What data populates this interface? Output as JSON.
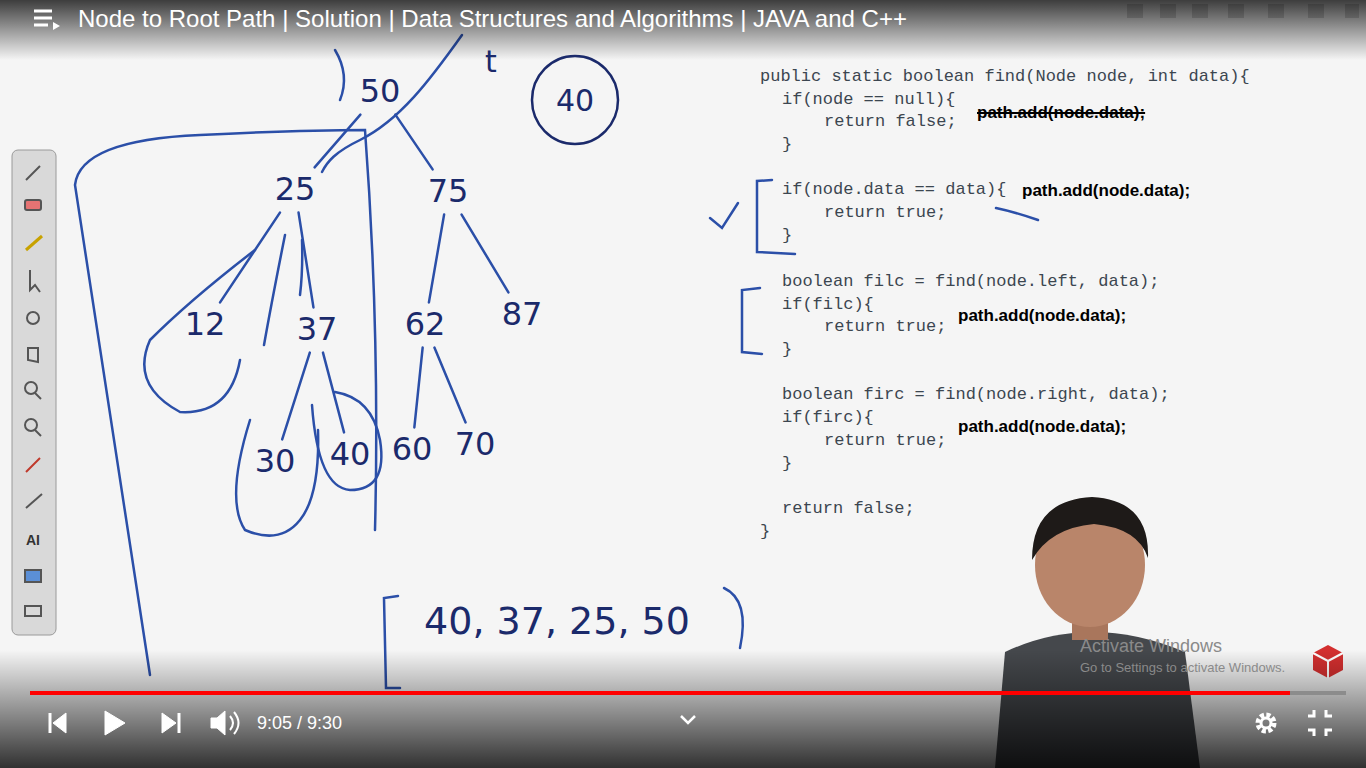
{
  "diagram": {
    "title": "Node to Root Path | Solution | Data Structures and Algorithms | JAVA and C++",
    "nodes": [
      {
        "text": [
          "50"
        ]
      },
      {
        "text": [
          "40"
        ]
      },
      {
        "text": [
          "25"
        ]
      },
      {
        "text": [
          "75"
        ]
      },
      {
        "text": [
          "12"
        ]
      },
      {
        "text": [
          "37"
        ]
      },
      {
        "text": [
          "62"
        ]
      },
      {
        "text": [
          "87"
        ]
      },
      {
        "text": [
          "30"
        ]
      },
      {
        "text": [
          "40"
        ]
      },
      {
        "text": [
          "60"
        ]
      },
      {
        "text": [
          "70"
        ]
      }
    ],
    "edges": [
      {
        "from": 0,
        "to": 2,
        "arrow": "none"
      },
      {
        "from": 0,
        "to": 3,
        "arrow": "none"
      },
      {
        "from": 2,
        "to": 4,
        "arrow": "none"
      },
      {
        "from": 2,
        "to": 5,
        "arrow": "none"
      },
      {
        "from": 3,
        "to": 6,
        "arrow": "none"
      },
      {
        "from": 3,
        "to": 7,
        "arrow": "none"
      },
      {
        "from": 5,
        "to": 8,
        "arrow": "none"
      },
      {
        "from": 5,
        "to": 9,
        "arrow": "none"
      },
      {
        "from": 6,
        "to": 10,
        "arrow": "none"
      },
      {
        "from": 6,
        "to": 11,
        "arrow": "none"
      }
    ],
    "labels": [
      "t",
      "public static boolean find(Node node, int data){",
      "if(node == null){",
      "return false;",
      "path.add(node.data);",
      "}",
      "if(node.data == data){",
      "path.add(node.data);",
      "return true;",
      "}",
      "boolean filc = find(node.left, data);",
      "if(filc){",
      "return true;",
      "path.add(node.data);",
      "}",
      "boolean firc = find(node.right, data);",
      "if(firc){",
      "return true;",
      "path.add(node.data);",
      "}",
      "return false;",
      "}",
      "40, 37, 25, 50",
      "AI",
      "9:05 / 9:30",
      "Activate Windows",
      "Go to Settings to activate Windows."
    ]
  }
}
